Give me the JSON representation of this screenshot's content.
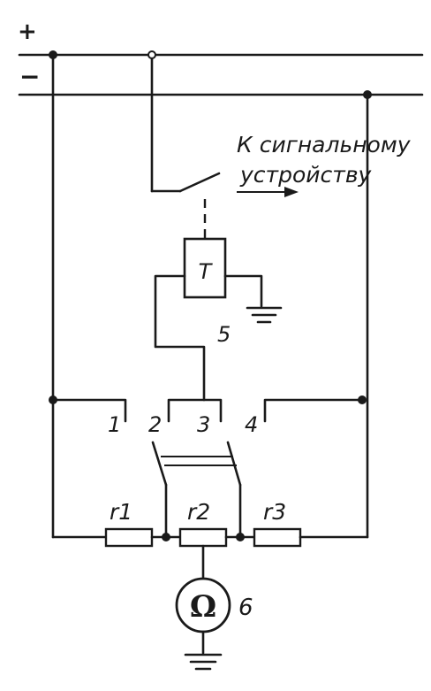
{
  "rails": {
    "plus": "+",
    "minus": "−"
  },
  "signal": {
    "line1": "К сигнальному",
    "line2": "устройству"
  },
  "relay": {
    "label": "T",
    "circuit_label": "5"
  },
  "contacts": {
    "c1": "1",
    "c2": "2",
    "c3": "3",
    "c4": "4"
  },
  "resistors": {
    "r1": "r1",
    "r2": "r2",
    "r3": "r3"
  },
  "meter": {
    "symbol": "Ω",
    "label": "6"
  }
}
